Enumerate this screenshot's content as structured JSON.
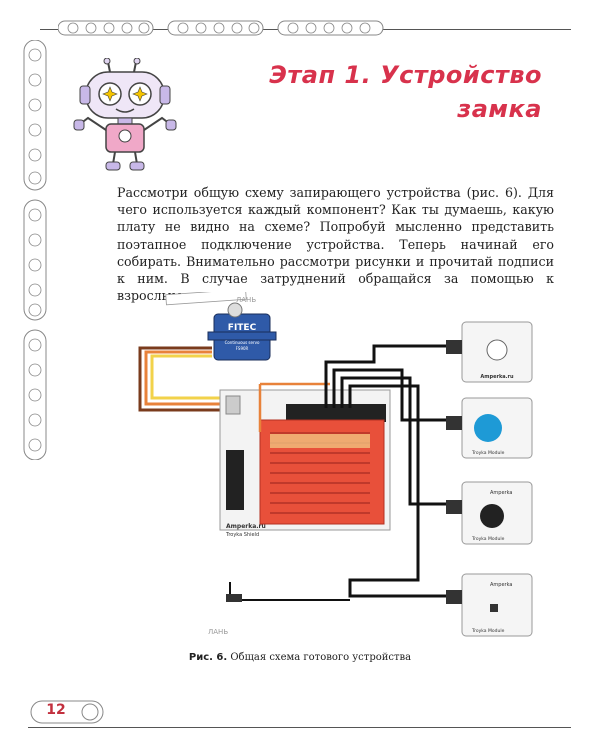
{
  "header": {
    "title": "Этап 1. Устройство замка"
  },
  "body": {
    "paragraph": "Рассмотри общую схему запирающего устройства (рис. 6). Для чего используется каждый компонент? Как ты думаешь, какую плату не видно на схеме? Попробуй мысленно представить поэтапное подключение устройства. Теперь начинай его собирать. Внимательно рассмотри рисунки и прочитай подписи к ним. В случае затруднений обращайся за помощью к взрослым."
  },
  "figure": {
    "servo_brand": "FITEC",
    "servo_label": "Continuous servo",
    "servo_model": "FS90R",
    "board_label": "Amperka.ru",
    "shield_label": "Troyka Shield",
    "module_brand": "Amperka",
    "module_label": "Troyka Module",
    "keypad_site": "Amperka.ru",
    "watermark": "ЛАНЬ",
    "caption_label": "Рис. 6.",
    "caption_text": "Общая схема готового устройства"
  },
  "footer": {
    "page_number": "12"
  },
  "colors": {
    "accent": "#d8324c",
    "wire_black": "#111111",
    "wire_orange": "#e8823a",
    "wire_brown": "#7a3b1c",
    "breadboard": "#e8503a"
  }
}
